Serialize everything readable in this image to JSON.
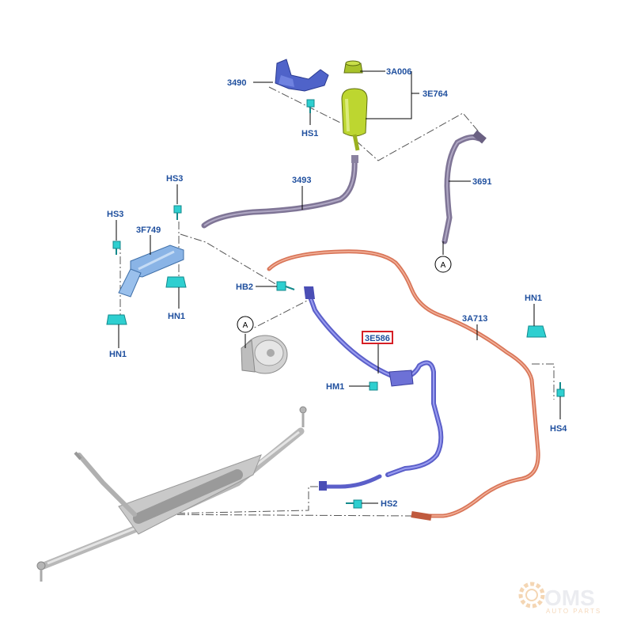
{
  "parts": {
    "p3490": "3490",
    "p3A006": "3A006",
    "p3E764": "3E764",
    "hs1": "HS1",
    "p3493": "3493",
    "p3691": "3691",
    "hs3": "HS3",
    "hs3b": "HS3",
    "p3F749": "3F749",
    "hb2": "HB2",
    "hn1a": "HN1",
    "hn1b": "HN1",
    "hn1c": "HN1",
    "p3A713": "3A713",
    "p3E586": "3E586",
    "hm1": "HM1",
    "hs4": "HS4",
    "hs2": "HS2"
  },
  "refs": {
    "a1": "A",
    "a2": "A"
  },
  "highlight_color": "#d61f26",
  "label_color": "#1f4f9e",
  "watermark": {
    "brand": "OMS",
    "tagline": "AUTO PARTS"
  }
}
